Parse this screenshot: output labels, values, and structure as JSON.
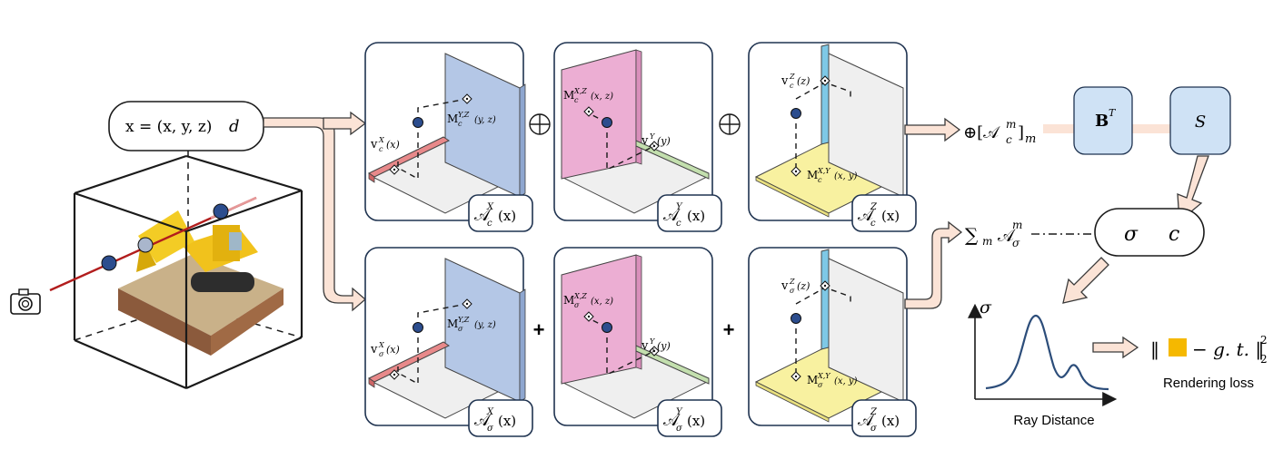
{
  "input": {
    "x_label": "x = (x, y, z)",
    "d_label": "d",
    "camera_icon": "camera-icon"
  },
  "row_color": {
    "panels": [
      {
        "axis": "X",
        "vec_label": "v",
        "vec_sub": "c",
        "vec_sup": "X",
        "vec_arg": "(x)",
        "mat_label": "M",
        "mat_sub": "c",
        "mat_sup": "Y,Z",
        "mat_arg": "(y, z)",
        "badge": "𝒜",
        "badge_sub": "c",
        "badge_sup": "X",
        "badge_arg": "(x)"
      },
      {
        "axis": "Y",
        "vec_label": "v",
        "vec_sub": "c",
        "vec_sup": "Y",
        "vec_arg": "(y)",
        "mat_label": "M",
        "mat_sub": "c",
        "mat_sup": "X,Z",
        "mat_arg": "(x, z)",
        "badge": "𝒜",
        "badge_sub": "c",
        "badge_sup": "Y",
        "badge_arg": "(x)"
      },
      {
        "axis": "Z",
        "vec_label": "v",
        "vec_sub": "c",
        "vec_sup": "Z",
        "vec_arg": "(z)",
        "mat_label": "M",
        "mat_sub": "c",
        "mat_sup": "X,Y",
        "mat_arg": "(x, y)",
        "badge": "𝒜",
        "badge_sub": "c",
        "badge_sup": "Z",
        "badge_arg": "(x)"
      }
    ],
    "op": "⊕",
    "concat_label": "⊕[𝒜",
    "concat_sub": "c",
    "concat_sup": "m",
    "concat_tail": "]",
    "concat_m": "m"
  },
  "row_sigma": {
    "panels": [
      {
        "axis": "X",
        "vec_label": "v",
        "vec_sub": "σ",
        "vec_sup": "X",
        "vec_arg": "(x)",
        "mat_label": "M",
        "mat_sub": "σ",
        "mat_sup": "Y,Z",
        "mat_arg": "(y, z)",
        "badge": "𝒜",
        "badge_sub": "σ",
        "badge_sup": "X",
        "badge_arg": "(x)"
      },
      {
        "axis": "Y",
        "vec_label": "v",
        "vec_sub": "σ",
        "vec_sup": "Y",
        "vec_arg": "(y)",
        "mat_label": "M",
        "mat_sub": "σ",
        "mat_sup": "X,Z",
        "mat_arg": "(x, z)",
        "badge": "𝒜",
        "badge_sub": "σ",
        "badge_sup": "Y",
        "badge_arg": "(x)"
      },
      {
        "axis": "Z",
        "vec_label": "v",
        "vec_sub": "σ",
        "vec_sup": "Z",
        "vec_arg": "(z)",
        "mat_label": "M",
        "mat_sub": "σ",
        "mat_sup": "X,Y",
        "mat_arg": "(x, y)",
        "badge": "𝒜",
        "badge_sub": "σ",
        "badge_sup": "Z",
        "badge_arg": "(x)"
      }
    ],
    "op": "+",
    "sum_label": "∑",
    "sum_sub": "m",
    "sum_term": "𝒜",
    "sum_term_sub": "σ",
    "sum_term_sup": "m"
  },
  "mlp": {
    "bt_label": "B",
    "bt_sup": "T",
    "s_label": "S"
  },
  "output": {
    "sigma": "σ",
    "c": "c"
  },
  "plot": {
    "y_label": "σ",
    "x_label": "Ray Distance"
  },
  "loss": {
    "expr_pre": "‖",
    "expr_post": "− g. t. ‖",
    "expr_sub": "2",
    "expr_sup": "2",
    "label": "Rendering loss",
    "swatch_color": "#f5b800"
  },
  "colors": {
    "panel_border": "#1f3350",
    "plane_blue": "#b4c7e6",
    "plane_pink": "#ecaed3",
    "plane_gray": "#efefef",
    "floor_yellow": "#f8f1a0",
    "bar_red": "#e8898a",
    "bar_green": "#c3dfae",
    "bar_cyan": "#7ec8e6",
    "mlp_fill": "#cfe2f5",
    "arrow_fill": "#fbe3d6",
    "arrow_stroke": "#3a3a3a",
    "dot": "#2c4d8e",
    "ray": "#b21d1d"
  }
}
